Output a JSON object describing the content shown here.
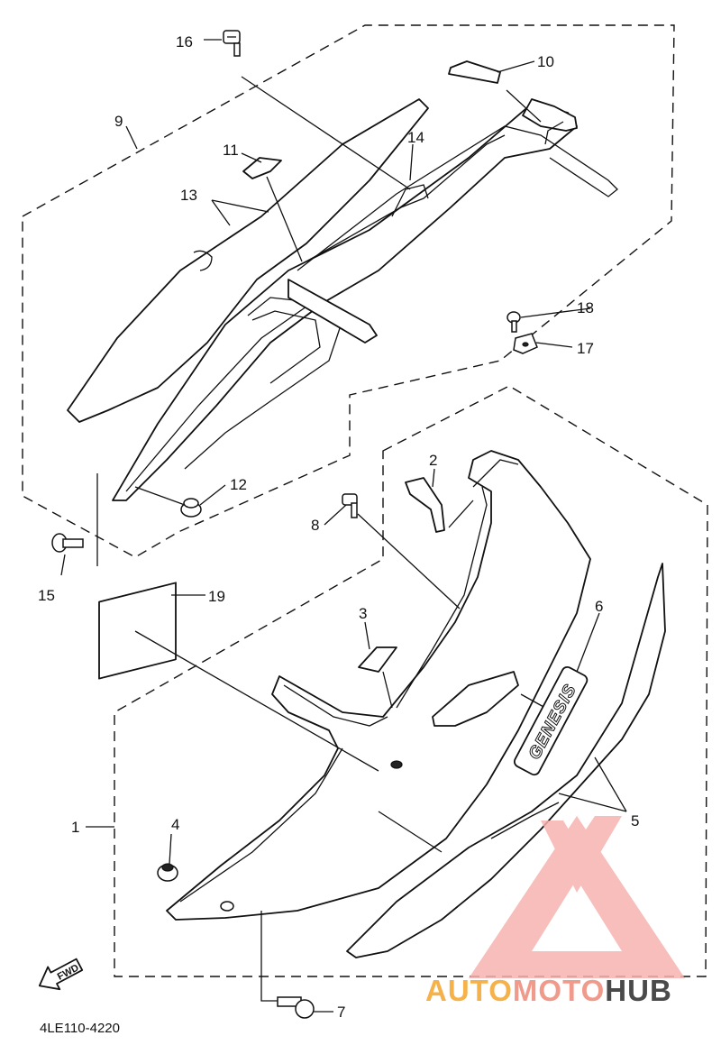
{
  "callouts": [
    "1",
    "2",
    "3",
    "4",
    "5",
    "6",
    "7",
    "8",
    "9",
    "10",
    "11",
    "12",
    "13",
    "14",
    "15",
    "16",
    "17",
    "18",
    "19"
  ],
  "diagram_code": "4LE110-4220",
  "fwd_label": "FWD",
  "emblem_text": "GENESIS",
  "watermark": {
    "part1": "AUTO",
    "part2": "MOTO",
    "part3": "HUB",
    "color1": "#f6b24a",
    "color2": "#f09a8c",
    "color3": "#4a4a4a"
  }
}
